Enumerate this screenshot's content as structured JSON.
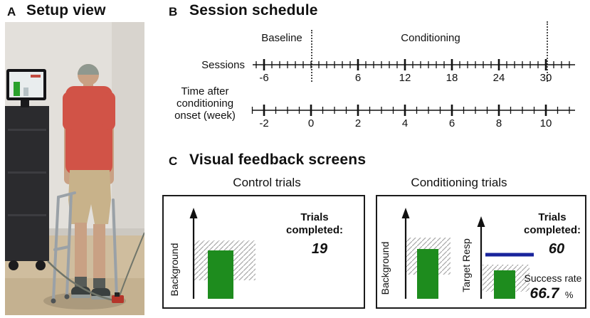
{
  "panelA": {
    "label": "A",
    "title": "Setup view"
  },
  "panelB": {
    "label": "B",
    "title": "Session schedule",
    "phase_labels": [
      "Baseline",
      "Conditioning"
    ],
    "sessions_axis": {
      "label": "Sessions",
      "tick_labels": [
        "-6",
        "6",
        "12",
        "18",
        "24",
        "30"
      ]
    },
    "weeks_axis": {
      "label_lines": [
        "Time after",
        "conditioning",
        "onset (week)"
      ],
      "tick_labels": [
        "-2",
        "0",
        "2",
        "4",
        "6",
        "8",
        "10"
      ]
    }
  },
  "panelC": {
    "label": "C",
    "title": "Visual feedback screens",
    "control": {
      "title": "Control trials",
      "axis_label": "Background",
      "trials_line1": "Trials",
      "trials_line2": "completed:",
      "trials_value": "19"
    },
    "conditioning": {
      "title": "Conditioning trials",
      "background_axis_label": "Background",
      "target_axis_label": "Target Resp",
      "trials_line1": "Trials",
      "trials_line2": "completed:",
      "trials_value": "60",
      "success_rate_label": "Success rate",
      "success_rate_value": "66.7",
      "success_rate_unit": "%"
    },
    "colors": {
      "bar_green": "#1e8c1e",
      "target_line_blue": "#19249c",
      "hatch_gray": "#a8a8a8"
    }
  }
}
